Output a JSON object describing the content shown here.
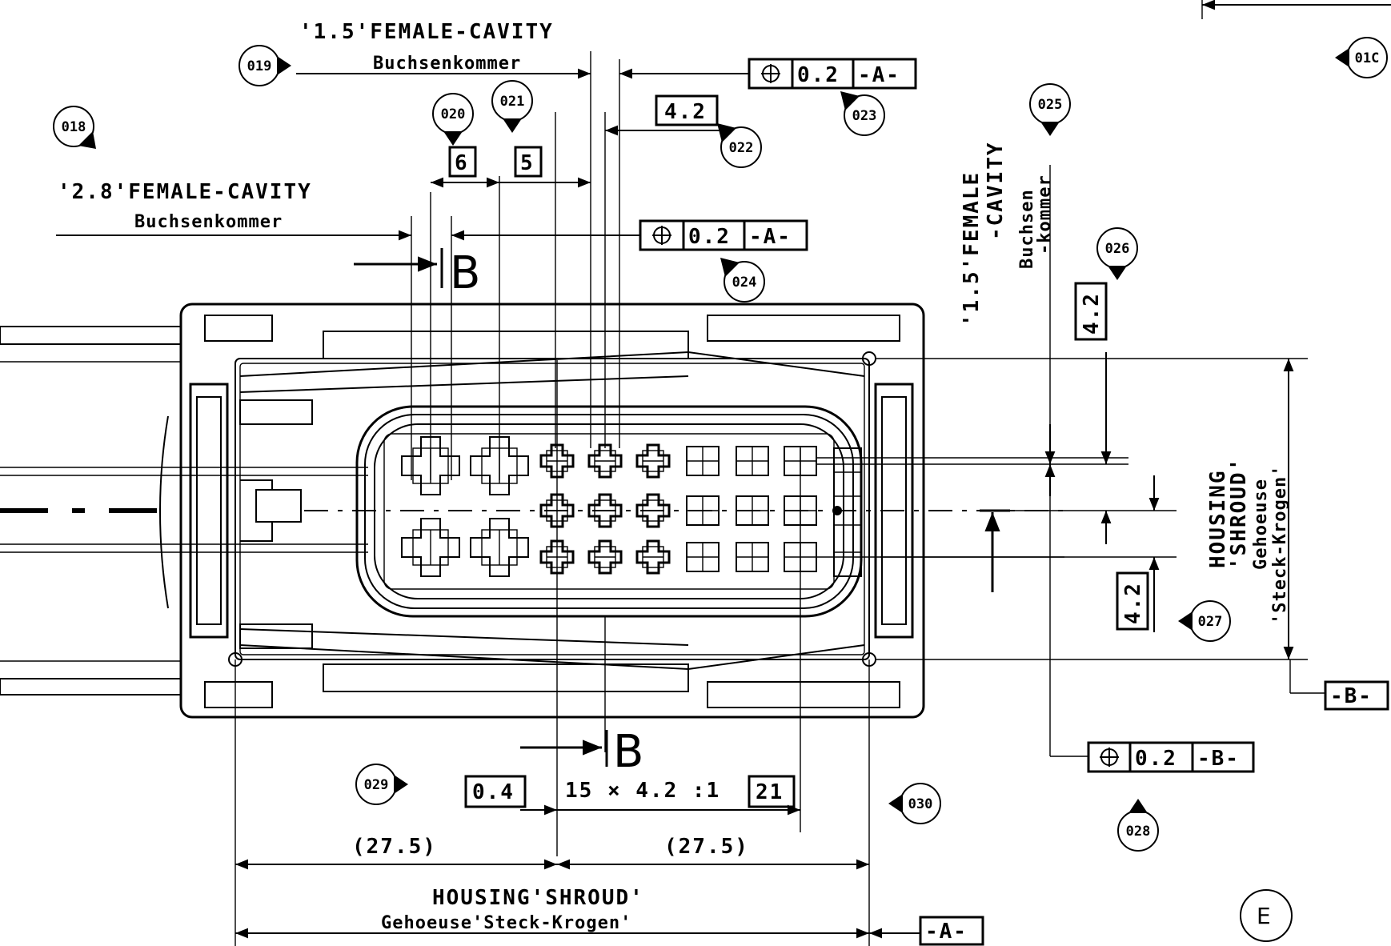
{
  "labels": {
    "female_cavity_15_en": "'1.5'FEMALE-CAVITY",
    "female_cavity_15_de": "Buchsenkommer",
    "female_cavity_28_en": "'2.8'FEMALE-CAVITY",
    "female_cavity_28_de": "Buchsenkommer",
    "side_cavity_en_1": "'1.5'FEMALE",
    "side_cavity_en_2": "-CAVITY",
    "side_cavity_de_1": "Buchsen",
    "side_cavity_de_2": "-kommer",
    "housing_side_1": "HOUSING",
    "housing_side_2": "'SHROUD'",
    "housing_side_3": "Gehoeuse",
    "housing_side_4": "'Steck-Krogen'",
    "housing_bottom_en": "HOUSING'SHROUD'",
    "housing_bottom_de": "Gehoeuse'Steck-Krogen'",
    "section_mark": "B",
    "pitch_label": "15 × 4.2 :1",
    "view_label": "E"
  },
  "dims": {
    "d42_top": "4.2",
    "d6": "6",
    "d5": "5",
    "d04": "0.4",
    "d21": "21",
    "d42_right_top": "4.2",
    "d42_right_bottom": "4.2",
    "d275_left": "(27.5)",
    "d275_right": "(27.5)"
  },
  "fcf": {
    "top": {
      "symbol": "⌖",
      "tol": "0.2",
      "datum": "-A-"
    },
    "mid": {
      "symbol": "⌖",
      "tol": "0.2",
      "datum": "-A-"
    },
    "right": {
      "symbol": "⌖",
      "tol": "0.2",
      "datum": "-B-"
    }
  },
  "datums": {
    "a": "-A-",
    "b": "-B-"
  },
  "balloons": {
    "b018": "018",
    "b019": "019",
    "b020": "020",
    "b021": "021",
    "b022": "022",
    "b023": "023",
    "b024": "024",
    "b025": "025",
    "b026": "026",
    "b027": "027",
    "b028": "028",
    "b029": "029",
    "b030": "030",
    "b01c": "01C"
  }
}
